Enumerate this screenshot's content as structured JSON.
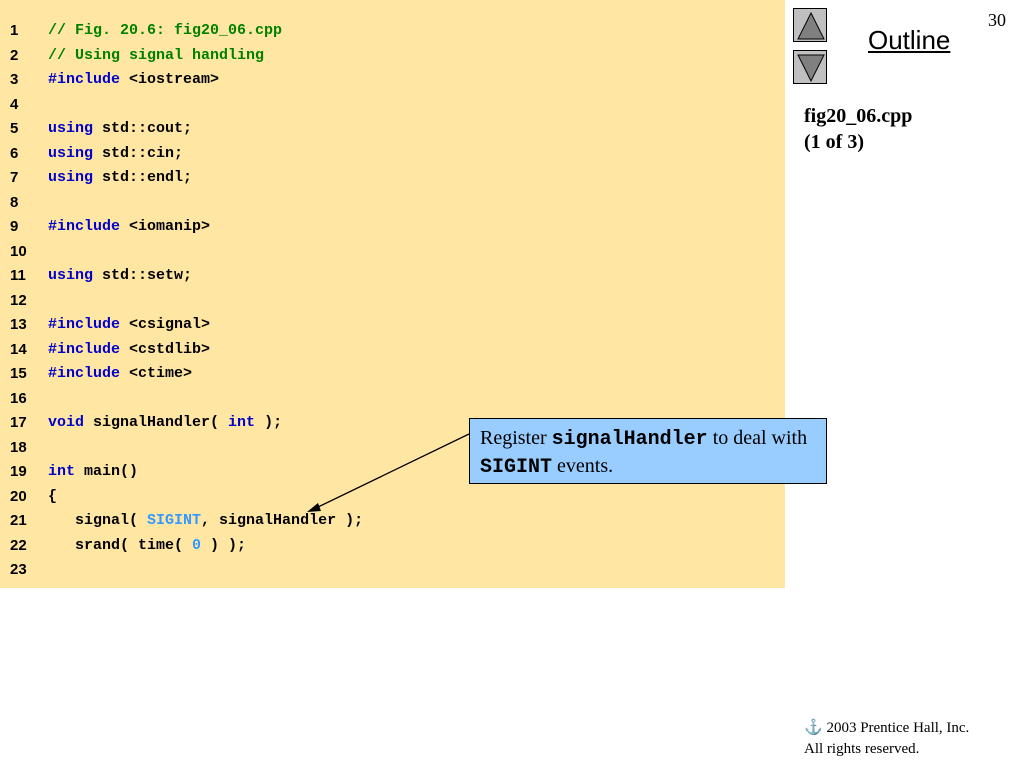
{
  "slide_number": "30",
  "outline": {
    "title": "Outline"
  },
  "nav": {
    "up_icon": "triangle-up-icon",
    "down_icon": "triangle-down-icon"
  },
  "file_info": {
    "filename": "fig20_06.cpp",
    "page": "(1 of 3)"
  },
  "code_lines": [
    {
      "n": "1",
      "parts": [
        {
          "t": "// Fig. 20.6: fig20_06.cpp",
          "c": "cmt"
        }
      ]
    },
    {
      "n": "2",
      "parts": [
        {
          "t": "// Using signal handling",
          "c": "cmt"
        }
      ]
    },
    {
      "n": "3",
      "parts": [
        {
          "t": "#include",
          "c": "kw"
        },
        {
          "t": " <iostream>",
          "c": ""
        }
      ]
    },
    {
      "n": "4",
      "parts": []
    },
    {
      "n": "5",
      "parts": [
        {
          "t": "using",
          "c": "kw"
        },
        {
          "t": " std::cout;",
          "c": ""
        }
      ]
    },
    {
      "n": "6",
      "parts": [
        {
          "t": "using",
          "c": "kw"
        },
        {
          "t": " std::cin;",
          "c": ""
        }
      ]
    },
    {
      "n": "7",
      "parts": [
        {
          "t": "using",
          "c": "kw"
        },
        {
          "t": " std::endl;",
          "c": ""
        }
      ]
    },
    {
      "n": "8",
      "parts": []
    },
    {
      "n": "9",
      "parts": [
        {
          "t": "#include",
          "c": "kw"
        },
        {
          "t": " <iomanip>",
          "c": ""
        }
      ]
    },
    {
      "n": "10",
      "parts": []
    },
    {
      "n": "11",
      "parts": [
        {
          "t": "using",
          "c": "kw"
        },
        {
          "t": " std::setw;",
          "c": ""
        }
      ]
    },
    {
      "n": "12",
      "parts": []
    },
    {
      "n": "13",
      "parts": [
        {
          "t": "#include",
          "c": "kw"
        },
        {
          "t": " <csignal>",
          "c": ""
        }
      ]
    },
    {
      "n": "14",
      "parts": [
        {
          "t": "#include",
          "c": "kw"
        },
        {
          "t": " <cstdlib>",
          "c": ""
        }
      ]
    },
    {
      "n": "15",
      "parts": [
        {
          "t": "#include",
          "c": "kw"
        },
        {
          "t": " <ctime>",
          "c": ""
        }
      ]
    },
    {
      "n": "16",
      "parts": []
    },
    {
      "n": "17",
      "parts": [
        {
          "t": "void",
          "c": "kw"
        },
        {
          "t": " signalHandler( ",
          "c": ""
        },
        {
          "t": "int",
          "c": "kw"
        },
        {
          "t": " );",
          "c": ""
        }
      ]
    },
    {
      "n": "18",
      "parts": []
    },
    {
      "n": "19",
      "parts": [
        {
          "t": "int",
          "c": "kw"
        },
        {
          "t": " main()",
          "c": ""
        }
      ]
    },
    {
      "n": "20",
      "parts": [
        {
          "t": "{",
          "c": ""
        }
      ]
    },
    {
      "n": "21",
      "parts": [
        {
          "t": "   signal( ",
          "c": ""
        },
        {
          "t": "SIGINT",
          "c": "lit"
        },
        {
          "t": ", signalHandler );",
          "c": ""
        }
      ]
    },
    {
      "n": "22",
      "parts": [
        {
          "t": "   srand( time( ",
          "c": ""
        },
        {
          "t": "0",
          "c": "lit"
        },
        {
          "t": " ) );",
          "c": ""
        }
      ]
    },
    {
      "n": "23",
      "parts": []
    }
  ],
  "callout": {
    "part1": "Register ",
    "code1": "signalHandler",
    "part2": " to deal with ",
    "code2": "SIGINT",
    "part3": " events."
  },
  "copyright": {
    "line1": "2003 Prentice Hall, Inc.",
    "line2": "All rights reserved.",
    "icon": "publisher-logo-icon"
  }
}
